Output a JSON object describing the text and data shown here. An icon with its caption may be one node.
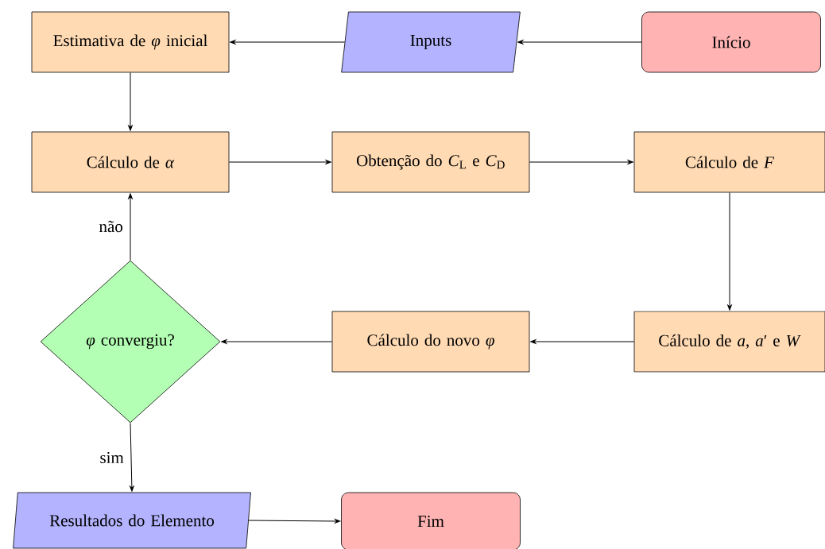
{
  "diagram": {
    "nodes": [
      {
        "text": [
          "Estimativa de *φ* inicial"
        ]
      },
      {
        "text": [
          "Inputs"
        ]
      },
      {
        "text": [
          "Início"
        ]
      },
      {
        "text": [
          "Cálculo de *α*"
        ]
      },
      {
        "text": [
          "Obtenção do *C*$_{L}$ e *C*$_{D}$"
        ]
      },
      {
        "text": [
          "Cálculo de *F*"
        ]
      },
      {
        "text": [
          "Cálculo de *a*, *a*′ e *W*"
        ]
      },
      {
        "text": [
          "Cálculo do novo *φ*"
        ]
      },
      {
        "text": [
          "*φ* convergiu?"
        ]
      },
      {
        "text": [
          "Resultados do Elemento"
        ]
      },
      {
        "text": [
          "Fim"
        ]
      }
    ],
    "edges": [
      {
        "from": 2,
        "to": 1,
        "arrow": "to"
      },
      {
        "from": 1,
        "to": 0,
        "arrow": "to"
      },
      {
        "from": 0,
        "to": 3,
        "arrow": "to"
      },
      {
        "from": 3,
        "to": 4,
        "arrow": "to"
      },
      {
        "from": 4,
        "to": 5,
        "arrow": "to"
      },
      {
        "from": 5,
        "to": 6,
        "arrow": "to"
      },
      {
        "from": 6,
        "to": 7,
        "arrow": "to"
      },
      {
        "from": 7,
        "to": 8,
        "arrow": "to"
      },
      {
        "from": 8,
        "to": 3,
        "label": "não",
        "arrow": "to"
      },
      {
        "from": 8,
        "to": 9,
        "label": "sim",
        "arrow": "to"
      },
      {
        "from": 9,
        "to": 10,
        "arrow": "to"
      }
    ]
  }
}
